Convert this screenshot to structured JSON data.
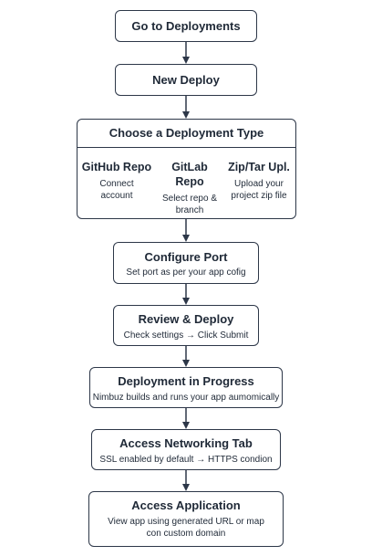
{
  "steps": {
    "go_to_deployments": {
      "title": "Go to Deployments"
    },
    "new_deploy": {
      "title": "New Deploy"
    },
    "choose_type": {
      "title": "Choose a Deployment Type",
      "options": [
        {
          "title": "GitHub Repo",
          "desc": "Connect account"
        },
        {
          "title": "GitLab Repo",
          "desc": "Select repo & branch"
        },
        {
          "title": "Zip/Tar Upl.",
          "desc": "Upload your project zip file"
        }
      ]
    },
    "configure_port": {
      "title": "Configure Port",
      "desc": "Set port as per your app cofig"
    },
    "review_deploy": {
      "title": "Review & Deploy",
      "desc": "Check settings → Click Submit"
    },
    "in_progress": {
      "title": "Deployment in Progress",
      "desc": "Nimbuz builds and runs your app aumomically"
    },
    "networking": {
      "title": "Access Networking Tab",
      "desc": "SSL enabled by default → HTTPS condion"
    },
    "access_app": {
      "title": "Access Application",
      "desc": "View app using generated URL or map con custom domain"
    }
  }
}
